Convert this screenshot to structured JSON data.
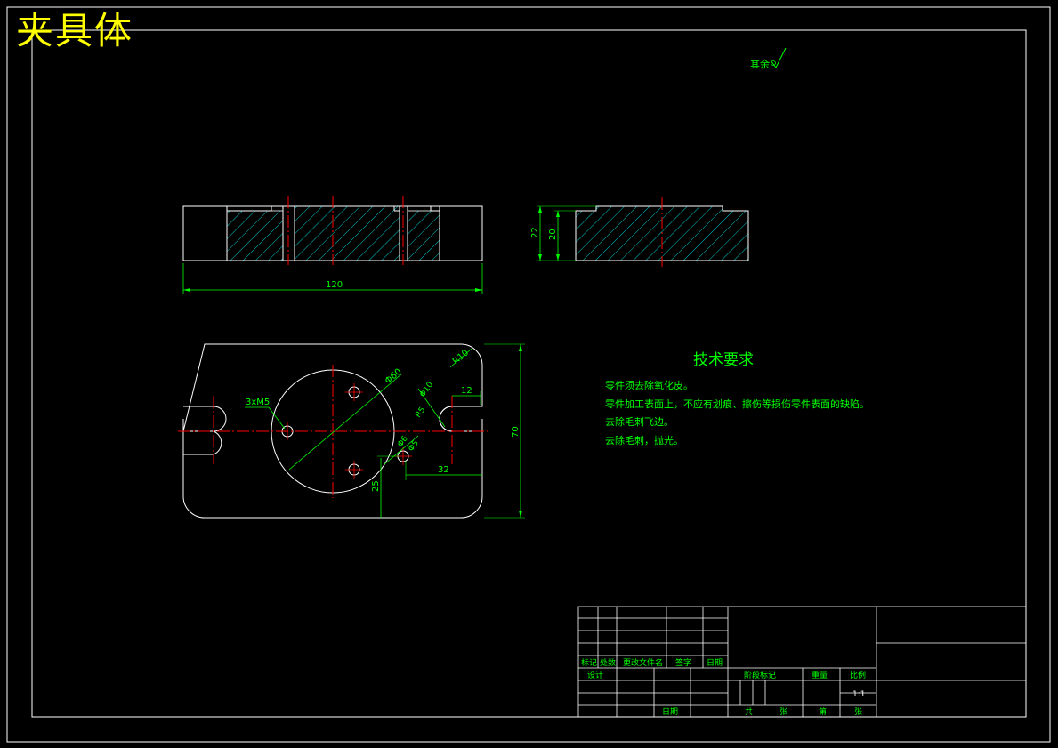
{
  "title": "夹具体",
  "roughness_note": "其余",
  "dimensions": {
    "length_120": "120",
    "height_22": "22",
    "height_20": "20",
    "height_70": "70",
    "radius_r10": "R10",
    "diameter_60": "Φ60",
    "holes_3xm5": "3xM5",
    "dim_12": "12",
    "dim_32": "32",
    "dim_25": "25",
    "dia_10": "Φ10",
    "dia_5": "Φ5",
    "dim_r5": "R5",
    "dim_phi6": "Φ6"
  },
  "tech_requirements": {
    "heading": "技术要求",
    "items": [
      "零件须去除氧化皮。",
      "零件加工表面上，不应有划痕、擦伤等损伤零件表面的缺陷。",
      "去除毛刺飞边。",
      "去除毛刺，抛光。"
    ]
  },
  "title_block": {
    "rev_headers": [
      "标记",
      "处数",
      "更改文件名",
      "签字",
      "日期"
    ],
    "design": "设计",
    "approve": "日期",
    "stage_label": "阶段标记",
    "weight_label": "重量",
    "scale_label": "比例",
    "scale_value": "1:1",
    "sheets_total": "共",
    "sheets_label1": "张",
    "sheets_this": "第",
    "sheets_label2": "张"
  },
  "colors": {
    "border": "#ffffff",
    "hatch": "#00ffff",
    "center": "#ff0000",
    "dim": "#00ff00",
    "title": "#ffff00"
  }
}
